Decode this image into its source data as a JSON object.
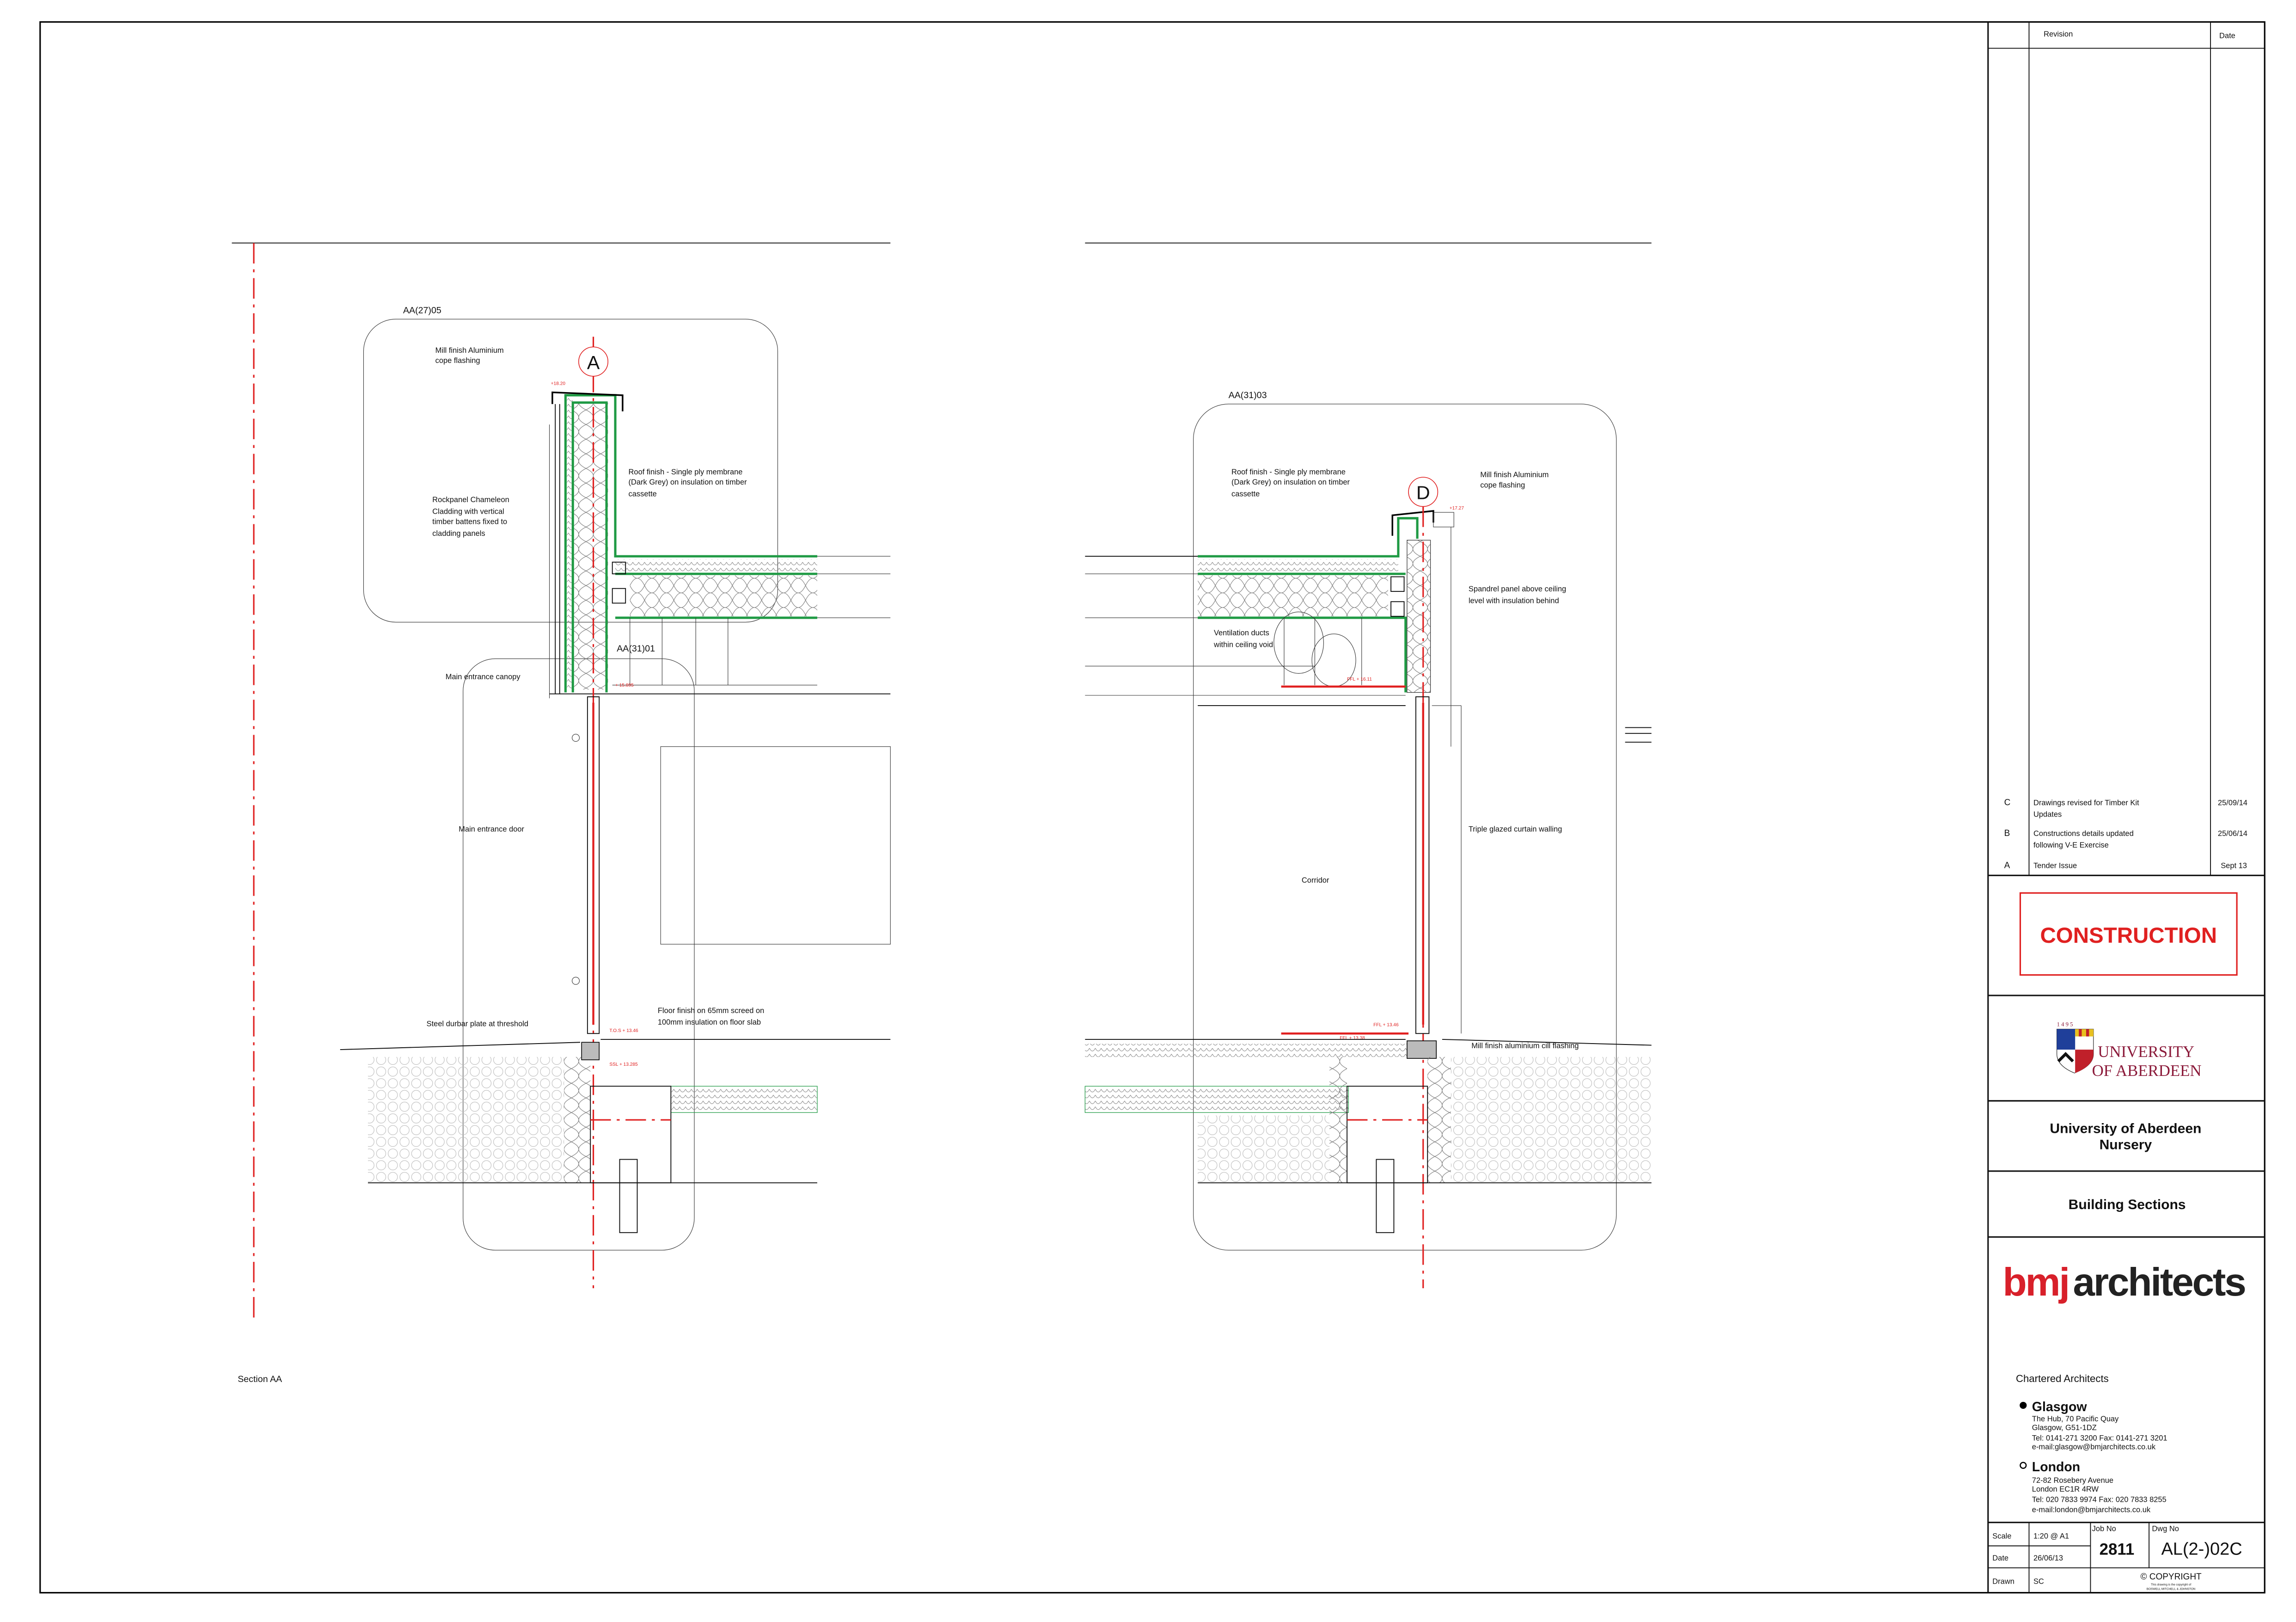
{
  "revision_table": {
    "header_revision": "Revision",
    "header_date": "Date",
    "rows": [
      {
        "rev": "C",
        "desc_line1": "Drawings revised for Timber Kit",
        "desc_line2": "Updates",
        "date": "25/09/14"
      },
      {
        "rev": "B",
        "desc_line1": "Constructions details updated",
        "desc_line2": "following V-E Exercise",
        "date": "25/06/14"
      },
      {
        "rev": "A",
        "desc_line1": "Tender Issue",
        "desc_line2": "",
        "date": "Sept 13"
      }
    ]
  },
  "status_stamp": "CONSTRUCTION",
  "client_logo": {
    "year": "1 4 9 5",
    "line1": "UNIVERSITY",
    "line2": "OF ABERDEEN"
  },
  "project_title": {
    "line1": "University of Aberdeen",
    "line2": "Nursery"
  },
  "drawing_title": "Building Sections",
  "architect": {
    "logo_bmj": "bmj",
    "logo_architects": "architects",
    "tagline": "Chartered  Architects",
    "offices": [
      {
        "city": "Glasgow",
        "lines": [
          "The Hub, 70 Pacific Quay",
          "Glasgow, G51-1DZ",
          "Tel: 0141-271 3200 Fax: 0141-271 3201",
          "e-mail:glasgow@bmjarchitects.co.uk"
        ]
      },
      {
        "city": "London",
        "lines": [
          "72-82 Rosebery Avenue",
          "London EC1R 4RW",
          "Tel: 020 7833 9974  Fax: 020 7833 8255",
          "e-mail:london@bmjarchitects.co.uk"
        ]
      }
    ]
  },
  "info": {
    "scale_label": "Scale",
    "scale_value": "1:20 @ A1",
    "date_label": "Date",
    "date_value": "26/06/13",
    "drawn_label": "Drawn",
    "drawn_value": "SC",
    "job_label": "Job No",
    "job_value": "2811",
    "dwg_label": "Dwg No",
    "dwg_value": "AL(2-)02C",
    "copyright": "© COPYRIGHT",
    "copyright_note_1": "This drawing is the copyright of",
    "copyright_note_2": "BOSWELL MITCHELL & JOHNSTON"
  },
  "section_left": {
    "title": "Section AA",
    "detail_ref_1": "AA(27)05",
    "detail_ref_2": "AA(31)01",
    "grid_label": "A",
    "notes": {
      "cope_1": "Mill finish Aluminium",
      "cope_2": "cope flashing",
      "roof_1": "Roof finish - Single ply membrane",
      "roof_2": "(Dark Grey) on insulation on timber",
      "roof_3": "cassette",
      "clad_1": "Rockpanel Chameleon",
      "clad_2": "Cladding with vertical",
      "clad_3": "timber battens fixed to",
      "clad_4": "cladding panels",
      "canopy": "Main entrance canopy",
      "door": "Main entrance door",
      "threshold": "Steel durbar plate at threshold",
      "floor_1": "Floor finish on 65mm screed on",
      "floor_2": "100mm insulation on floor slab"
    },
    "levels": {
      "parapet": "+18.20",
      "soffit": "+ 15.895",
      "tos": "T.O.S + 13.46",
      "ssl": "SSL + 13.285"
    }
  },
  "section_right": {
    "detail_ref": "AA(31)03",
    "grid_label": "D",
    "notes": {
      "roof_1": "Roof finish - Single ply membrane",
      "roof_2": "(Dark Grey) on insulation on timber",
      "roof_3": "cassette",
      "cope_1": "Mill finish Aluminium",
      "cope_2": "cope flashing",
      "spandrel_1": "Spandrel panel above ceiling",
      "spandrel_2": "level with insulation behind",
      "vent_1": "Ventilation ducts",
      "vent_2": "within ceiling void",
      "curtain": "Triple glazed curtain walling",
      "corridor": "Corridor",
      "cill": "Mill finish aluminium cill flashing"
    },
    "levels": {
      "parapet": "+17.27",
      "ceiling": "FFL + 16.11",
      "ffl_1": "FFL + 13.46",
      "ffl_2": "FFL + 13.38"
    }
  },
  "colors": {
    "accent_red": "#e02020",
    "membrane_green": "#1f9a44",
    "aberdeen_maroon": "#8b1a3a"
  }
}
